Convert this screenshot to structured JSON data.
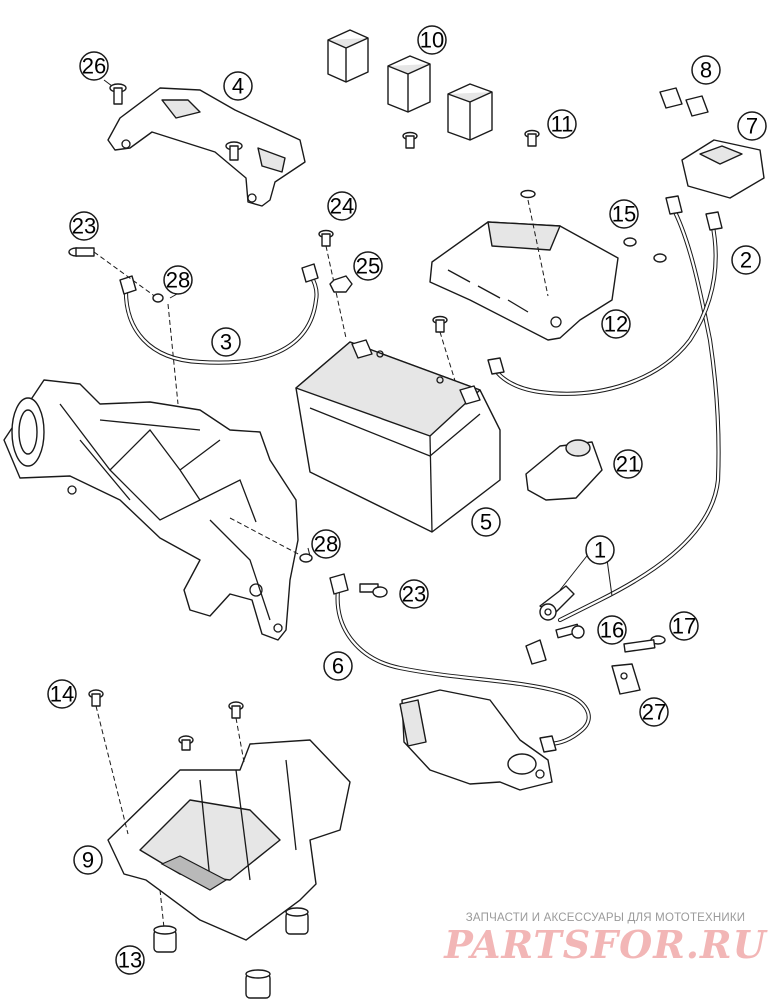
{
  "callouts": [
    {
      "id": "1",
      "label": "1"
    },
    {
      "id": "2",
      "label": "2"
    },
    {
      "id": "3",
      "label": "3"
    },
    {
      "id": "4",
      "label": "4"
    },
    {
      "id": "5",
      "label": "5"
    },
    {
      "id": "6",
      "label": "6"
    },
    {
      "id": "7",
      "label": "7"
    },
    {
      "id": "8",
      "label": "8"
    },
    {
      "id": "9",
      "label": "9"
    },
    {
      "id": "10",
      "label": "10"
    },
    {
      "id": "11",
      "label": "11"
    },
    {
      "id": "12",
      "label": "12"
    },
    {
      "id": "13",
      "label": "13"
    },
    {
      "id": "14",
      "label": "14"
    },
    {
      "id": "15",
      "label": "15"
    },
    {
      "id": "16",
      "label": "16"
    },
    {
      "id": "17",
      "label": "17"
    },
    {
      "id": "21",
      "label": "21"
    },
    {
      "id": "23a",
      "label": "23"
    },
    {
      "id": "23b",
      "label": "23"
    },
    {
      "id": "24",
      "label": "24"
    },
    {
      "id": "25",
      "label": "25"
    },
    {
      "id": "26",
      "label": "26"
    },
    {
      "id": "27",
      "label": "27"
    },
    {
      "id": "28a",
      "label": "28"
    },
    {
      "id": "28b",
      "label": "28"
    }
  ],
  "watermark": {
    "tagline": "ЗАПЧАСТИ И АКСЕССУАРЫ ДЛЯ МОТОТЕХНИКИ",
    "logo": "PARTSFOR.RU"
  }
}
